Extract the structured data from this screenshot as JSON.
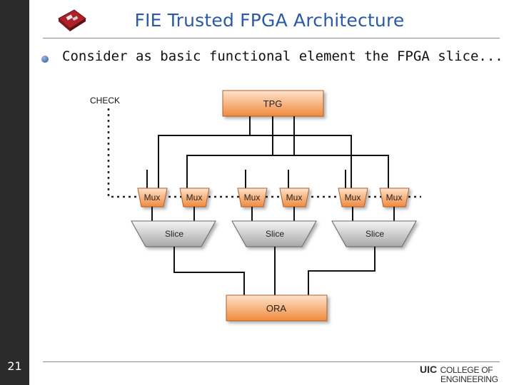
{
  "slide": {
    "title": "FIE Trusted FPGA Architecture",
    "bullet": "Consider as basic functional element the FPGA slice...",
    "page_number": "21"
  },
  "footer": {
    "logo_uic": "UIC",
    "logo_college": "COLLEGE OF",
    "logo_engineering": "ENGINEERING"
  },
  "diagram": {
    "check_label": "CHECK",
    "tpg_label": "TPG",
    "ora_label": "ORA",
    "mux_labels": [
      "Mux",
      "Mux",
      "Mux",
      "Mux",
      "Mux",
      "Mux"
    ],
    "slice_labels": [
      "Slice",
      "Slice",
      "Slice"
    ],
    "colors": {
      "tpg_fill": "#f4a060",
      "mux_fill": "#f4a868",
      "slice_fill": "#c8c8c8",
      "title": "#2a5aa8"
    }
  }
}
